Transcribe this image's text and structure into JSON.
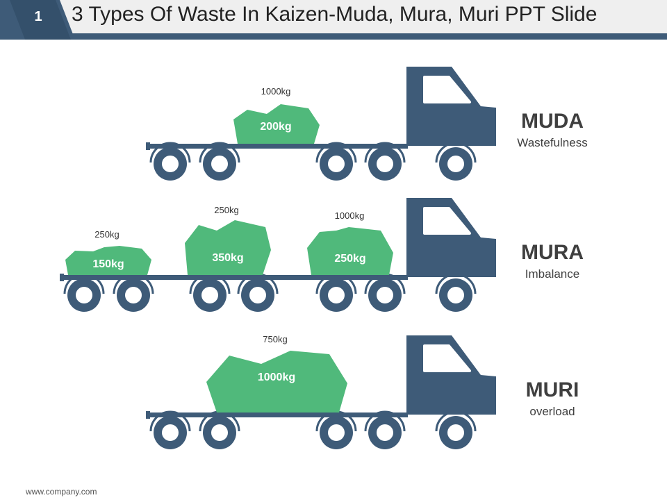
{
  "slide": {
    "number": "1",
    "title": "3 Types Of Waste In Kaizen-Muda, Mura, Muri PPT Slide",
    "footer": "www.company.com"
  },
  "colors": {
    "truck": "#3e5b78",
    "load": "#50b97b",
    "header_band": "#efefef"
  },
  "trucks": [
    {
      "title": "MUDA",
      "subtitle": "Wastefulness",
      "loads": [
        {
          "label_above": "1000kg",
          "label_inside": "200kg"
        }
      ]
    },
    {
      "title": "MURA",
      "subtitle": "Imbalance",
      "loads": [
        {
          "label_above": "250kg",
          "label_inside": "150kg"
        },
        {
          "label_above": "250kg",
          "label_inside": "350kg"
        },
        {
          "label_above": "1000kg",
          "label_inside": "250kg"
        }
      ]
    },
    {
      "title": "MURI",
      "subtitle": "overload",
      "loads": [
        {
          "label_above": "750kg",
          "label_inside": "1000kg"
        }
      ]
    }
  ]
}
